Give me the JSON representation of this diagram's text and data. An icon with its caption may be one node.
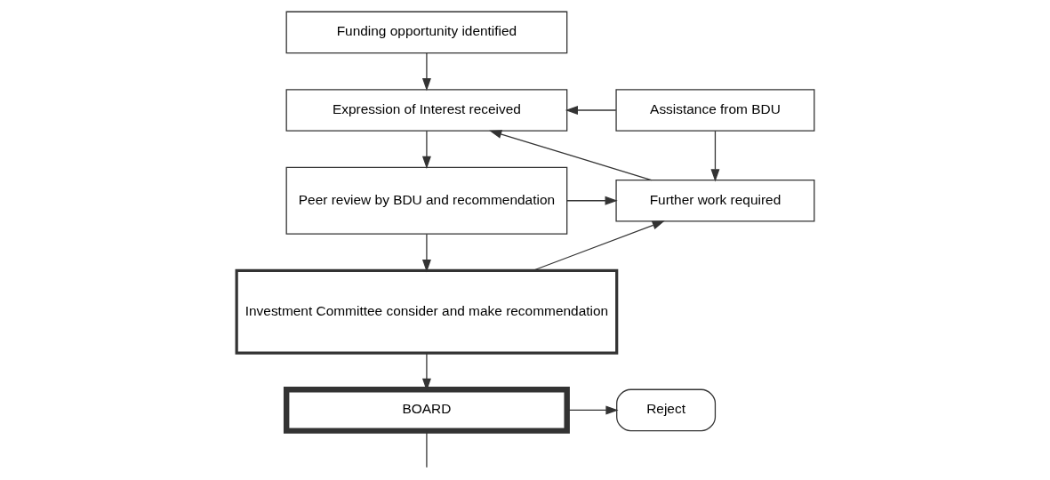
{
  "diagram": {
    "nodes": [
      {
        "text": [
          "Funding opportunity identified"
        ]
      },
      {
        "text": [
          "Assistance from BDU"
        ]
      },
      {
        "text": [
          "Expression of Interest received"
        ]
      },
      {
        "text": [
          "Peer review by BDU and recommendation"
        ]
      },
      {
        "text": [
          "Further work required"
        ]
      },
      {
        "text": [
          "Investment Committee consider and make recommendation"
        ]
      },
      {
        "text": [
          "Reject"
        ]
      },
      {
        "text": [
          "BOARD"
        ]
      }
    ],
    "edges": [
      {
        "from": 0,
        "to": 2,
        "arrow": "to"
      },
      {
        "from": 1,
        "to": 2,
        "arrow": "to"
      },
      {
        "from": 1,
        "to": 4,
        "arrow": "to"
      },
      {
        "from": 4,
        "to": 2,
        "arrow": "to"
      },
      {
        "from": 2,
        "to": 3,
        "arrow": "to"
      },
      {
        "from": 3,
        "to": 4,
        "arrow": "to"
      },
      {
        "from": 3,
        "to": 5,
        "arrow": "to"
      },
      {
        "from": 5,
        "to": 4,
        "arrow": "to"
      },
      {
        "from": 5,
        "to": 7,
        "arrow": "to"
      },
      {
        "from": 7,
        "to": 6,
        "arrow": "to"
      },
      {
        "from": 7,
        "to": null,
        "arrow": "none"
      }
    ]
  }
}
